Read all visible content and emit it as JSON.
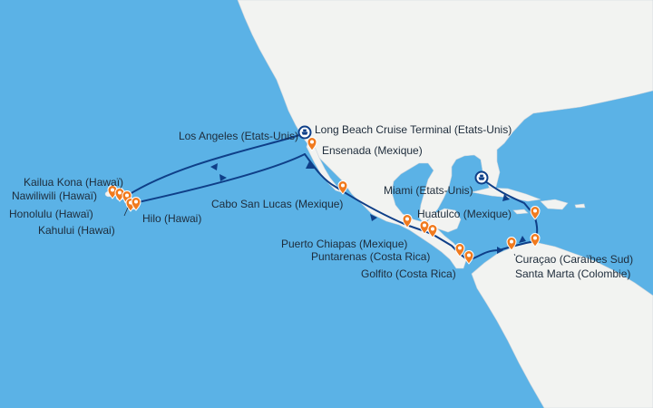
{
  "map": {
    "colors": {
      "ocean": "#5bb2e6",
      "land": "#f2f3f1",
      "route": "#0f3f88",
      "port_marker": "#f07a1e",
      "terminal_marker": "#0f3f88",
      "label_text": "#1d2b3a"
    },
    "ports": {
      "los_angeles": "Los Angeles (Etats-Unis)",
      "long_beach": "Long Beach Cruise Terminal (Etats-Unis)",
      "ensenada": "Ensenada (Mexique)",
      "kailua_kona": "Kailua Kona (Hawaï)",
      "nawiliwili": "Nawiliwili (Hawaï)",
      "honolulu": "Honolulu (Hawaï)",
      "hilo": "Hilo (Hawai)",
      "kahului": "Kahului (Hawai)",
      "cabo": "Cabo San Lucas (Mexique)",
      "miami": "Miami (Etats-Unis)",
      "huatulco": "Huatulco (Mexique)",
      "puerto_chiapas": "Puerto Chiapas (Mexique)",
      "puntarenas": "Puntarenas (Costa Rica)",
      "golfito": "Golfito (Costa Rica)",
      "curacao": "Curaçao (Caraïbes Sud)",
      "santa_marta": "Santa Marta (Colombie)"
    },
    "icons": {
      "port": "map-pin-icon",
      "terminal": "ship-icon"
    }
  }
}
